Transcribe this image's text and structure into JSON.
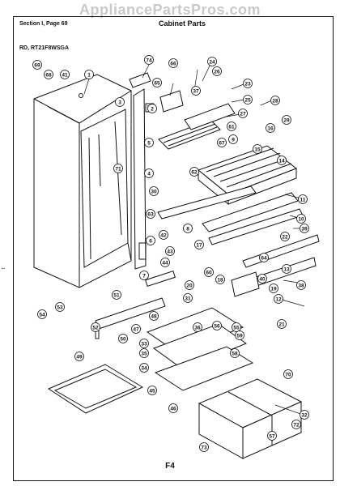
{
  "watermark": "AppliancePartsPros.com",
  "header": {
    "section": "Section I, Page 69",
    "title": "Cabinet Parts"
  },
  "model": "RD, RT21F8WSGA",
  "footer": "F4",
  "side_mark": "1",
  "callouts": [
    "1",
    "2",
    "3",
    "4",
    "5",
    "6",
    "7",
    "8",
    "9",
    "10",
    "11",
    "12",
    "13",
    "14",
    "15",
    "16",
    "17",
    "18",
    "19",
    "20",
    "21",
    "22",
    "23",
    "24",
    "25",
    "26",
    "27",
    "28",
    "29",
    "30",
    "31",
    "32",
    "33",
    "34",
    "35",
    "36",
    "37",
    "38",
    "39",
    "40",
    "41",
    "42",
    "43",
    "44",
    "45",
    "46",
    "47",
    "48",
    "49",
    "50",
    "51",
    "52",
    "53",
    "54",
    "55",
    "56",
    "57",
    "58",
    "59",
    "60",
    "61",
    "62",
    "63",
    "64",
    "65",
    "66",
    "67",
    "68",
    "69",
    "70",
    "71",
    "72",
    "73",
    "74"
  ]
}
